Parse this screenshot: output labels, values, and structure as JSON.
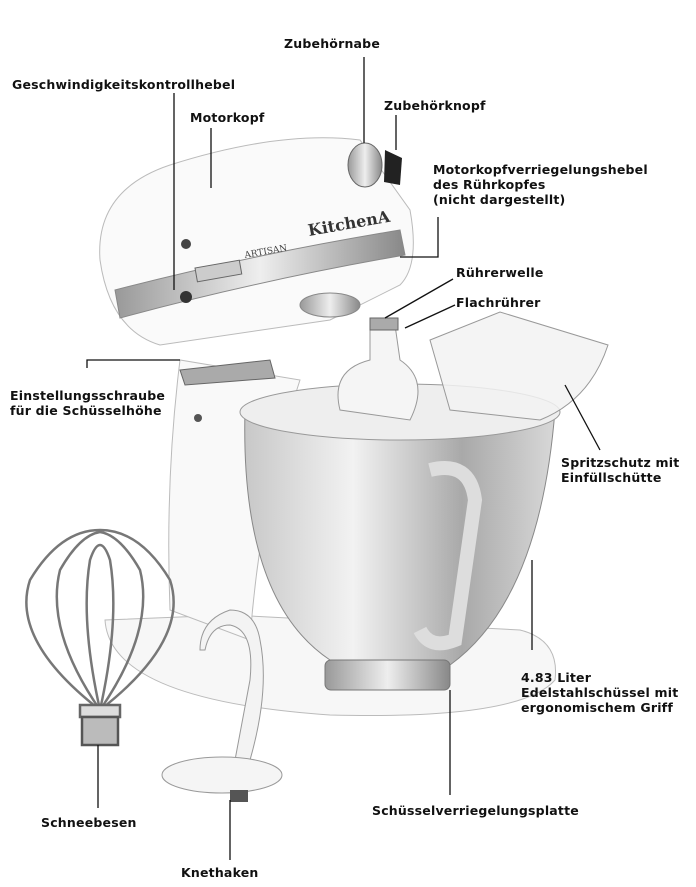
{
  "brand": {
    "logo": "KitchenAid",
    "model": "Artisan"
  },
  "labels": {
    "zubehoernabe": "Zubehörnabe",
    "geschwindigkeit": "Geschwindigkeitskontrollhebel",
    "zubehoerknopf": "Zubehörknopf",
    "motorkopf": "Motorkopf",
    "verriegelung": [
      "Motorkopfverriegelungshebel",
      "des Rührkopfes",
      "(nicht dargestellt)"
    ],
    "ruehrerwelle": "Rührerwelle",
    "flachruehrer": "Flachrührer",
    "einstellschraube": [
      "Einstellungsschraube",
      "für die Schüsselhöhe"
    ],
    "spritzschutz": [
      "Spritzschutz mit",
      "Einfüllschütte"
    ],
    "schuessel": [
      "4.83 Liter",
      "Edelstahlschüssel mit",
      "ergonomischem Griff"
    ],
    "schneebesen": "Schneebesen",
    "schuesselplatte": "Schüsselverriegelungsplatte",
    "knethaken": "Knethaken"
  }
}
